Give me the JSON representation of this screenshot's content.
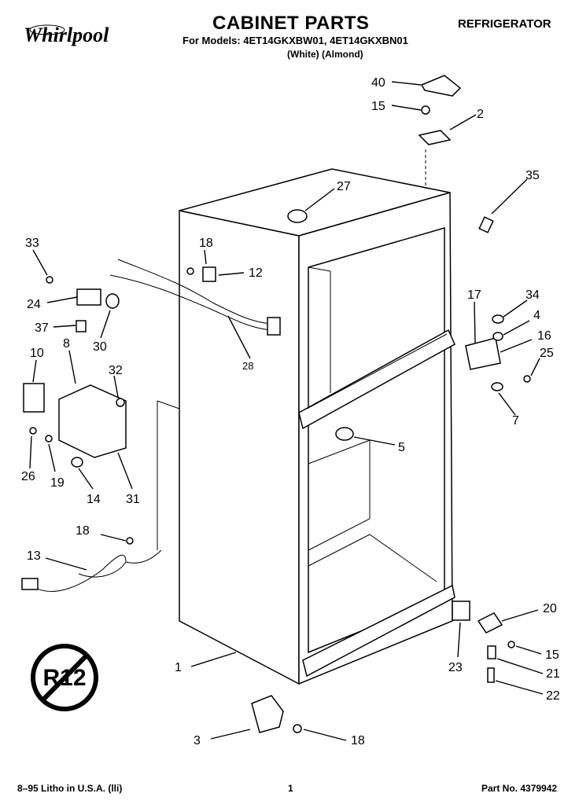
{
  "header": {
    "brand": "Whirlpool",
    "title": "CABINET PARTS",
    "models": "For Models: 4ET14GKXBW01, 4ET14GKXBN01",
    "colors": "(White)   (Almond)",
    "category": "REFRIGERATOR"
  },
  "footer": {
    "litho": "8–95 Litho in U.S.A. (lli)",
    "page": "1",
    "part_no": "Part No. 4379942"
  },
  "badge": "R12",
  "callouts": [
    "40",
    "15",
    "2",
    "27",
    "35",
    "33",
    "18",
    "12",
    "24",
    "37",
    "30",
    "28",
    "10",
    "8",
    "32",
    "17",
    "34",
    "4",
    "16",
    "25",
    "7",
    "5",
    "26",
    "19",
    "14",
    "31",
    "18",
    "13",
    "20",
    "15",
    "21",
    "22",
    "23",
    "1",
    "3",
    "18"
  ]
}
